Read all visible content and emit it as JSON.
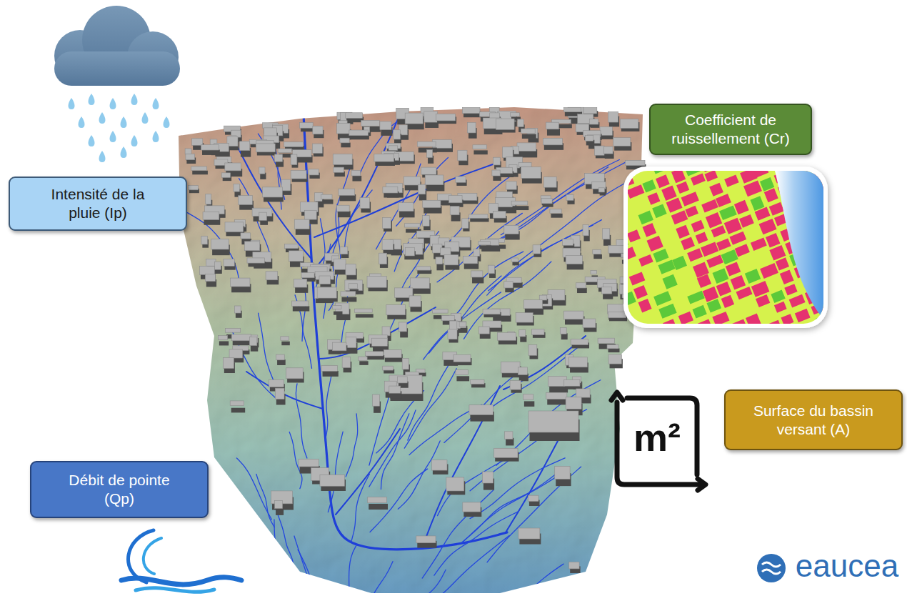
{
  "diagram": {
    "nodes": [
      {
        "text": [
          "Coefficient de ruissellement (Cr)"
        ]
      },
      {
        "text": [
          "Intensité de la pluie (Ip)"
        ]
      },
      {
        "text": [
          "Surface du bassin versant (A)"
        ]
      },
      {
        "text": [
          "Débit de pointe (Qp)"
        ]
      }
    ],
    "labels": [
      "m²",
      "eaucea"
    ]
  }
}
